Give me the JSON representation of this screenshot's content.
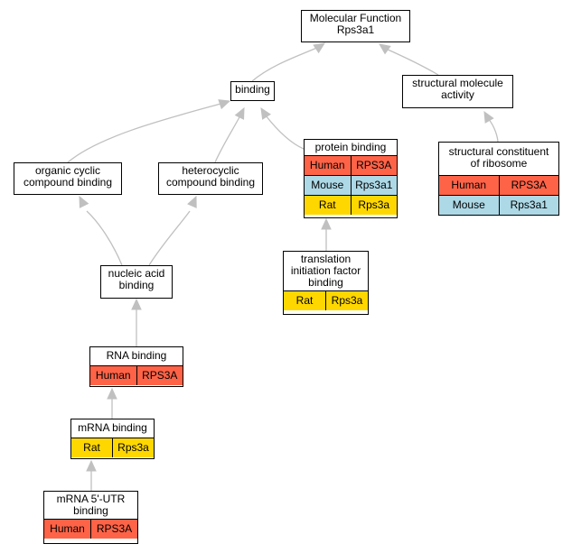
{
  "colors": {
    "Human": "#ff6347",
    "Mouse": "#add8e6",
    "Rat": "#ffd700",
    "edge": "#c0c0c0"
  },
  "nodes": [
    {
      "id": "mf",
      "title": "Molecular Function\nRps3a1",
      "rows": []
    },
    {
      "id": "binding",
      "title": "binding",
      "rows": []
    },
    {
      "id": "smact",
      "title": "structural molecule\nactivity",
      "rows": []
    },
    {
      "id": "ocb",
      "title": "organic cyclic\ncompound binding",
      "rows": []
    },
    {
      "id": "hcb",
      "title": "heterocyclic\ncompound binding",
      "rows": []
    },
    {
      "id": "protbind",
      "title": "protein binding",
      "rows": [
        {
          "species": "Human",
          "gene": "RPS3A"
        },
        {
          "species": "Mouse",
          "gene": "Rps3a1"
        },
        {
          "species": "Rat",
          "gene": "Rps3a"
        }
      ]
    },
    {
      "id": "scr",
      "title": "structural constituent\nof ribosome",
      "rows": [
        {
          "species": "Human",
          "gene": "RPS3A"
        },
        {
          "species": "Mouse",
          "gene": "Rps3a1"
        }
      ]
    },
    {
      "id": "tifb",
      "title": "translation\ninitiation factor\nbinding",
      "rows": [
        {
          "species": "Rat",
          "gene": "Rps3a"
        }
      ]
    },
    {
      "id": "nab",
      "title": "nucleic acid\nbinding",
      "rows": []
    },
    {
      "id": "rnab",
      "title": "RNA binding",
      "rows": [
        {
          "species": "Human",
          "gene": "RPS3A"
        }
      ]
    },
    {
      "id": "mrnab",
      "title": "mRNA binding",
      "rows": [
        {
          "species": "Rat",
          "gene": "Rps3a"
        }
      ]
    },
    {
      "id": "utr",
      "title": "mRNA 5'-UTR\nbinding",
      "rows": [
        {
          "species": "Human",
          "gene": "RPS3A"
        }
      ]
    }
  ],
  "edges": [
    {
      "from": "binding",
      "to": "mf"
    },
    {
      "from": "smact",
      "to": "mf"
    },
    {
      "from": "ocb",
      "to": "binding"
    },
    {
      "from": "hcb",
      "to": "binding"
    },
    {
      "from": "protbind",
      "to": "binding"
    },
    {
      "from": "scr",
      "to": "smact"
    },
    {
      "from": "tifb",
      "to": "protbind"
    },
    {
      "from": "nab",
      "to": "ocb"
    },
    {
      "from": "nab",
      "to": "hcb"
    },
    {
      "from": "rnab",
      "to": "nab"
    },
    {
      "from": "mrnab",
      "to": "rnab"
    },
    {
      "from": "utr",
      "to": "mrnab"
    }
  ]
}
